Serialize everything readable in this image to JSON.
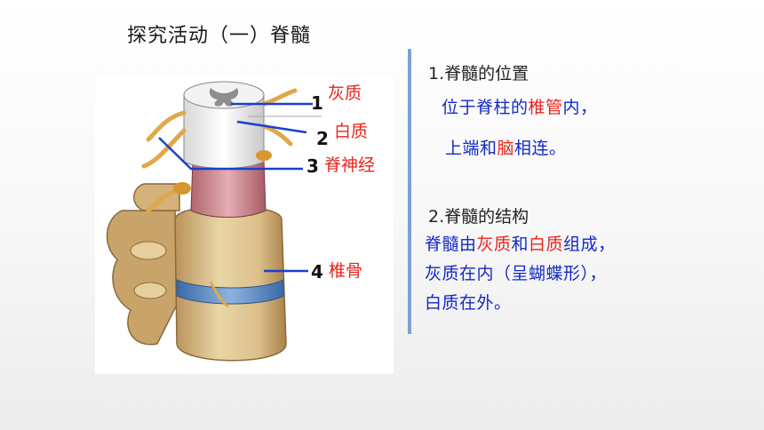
{
  "slide": {
    "title": "探究活动（一）脊髓"
  },
  "figure": {
    "labels": [
      {
        "num": "1",
        "text": "灰质"
      },
      {
        "num": "2",
        "text": "白质"
      },
      {
        "num": "3",
        "text": "脊神经"
      },
      {
        "num": "4",
        "text": "椎骨"
      }
    ]
  },
  "section1": {
    "title": "1.脊髓的位置",
    "line1": {
      "a": "位于脊柱的",
      "b": "椎管",
      "c": "内，"
    },
    "line2": {
      "a": "上端和",
      "b": "脑",
      "c": "相连。"
    }
  },
  "section2": {
    "title": "2.脊髓的结构",
    "line1": {
      "a": "脊髓由",
      "b": "灰质",
      "c": "和",
      "d": "白质",
      "e": "组成，"
    },
    "line2": "灰质在内（呈蝴蝶形），",
    "line3": "白质在外。"
  },
  "colors": {
    "accent_blue": "#1428c8",
    "highlight_red": "#e8251f",
    "divider": "#7ea0d6"
  }
}
